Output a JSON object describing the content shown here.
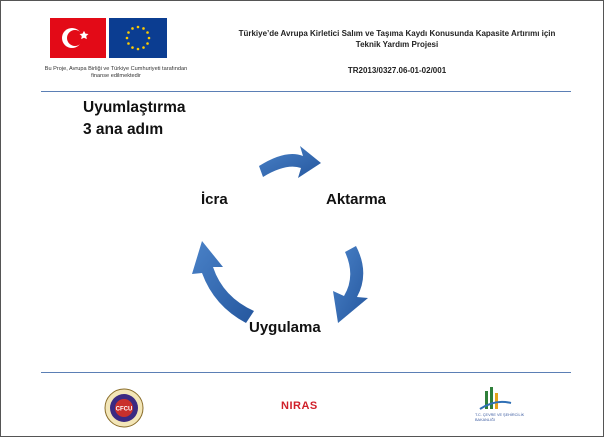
{
  "header": {
    "project_title": "Türkiye’de Avrupa Kirletici Salım ve Taşıma Kaydı Konusunda Kapasite Artırımı için Teknik Yardım Projesi",
    "project_code": "TR2013/0327.06-01-02/001",
    "funding_note": "Bu Proje, Avrupa Birliği ve Türkiye Cumhuriyeti tarafından finanse edilmektedir"
  },
  "main": {
    "title_line1": "Uyumlaştırma",
    "title_line2": "3 ana adım"
  },
  "cycle": {
    "steps": [
      "Aktarma",
      "Uygulama",
      "İcra"
    ],
    "arrow_color": "#2e64ae"
  },
  "footer": {
    "seal_text": "CFCU",
    "consultant_logo": "NIRAS",
    "ministry_text": "T.C. ÇEVRE VE ŞEHİRCİLİK BAKANLIĞI"
  },
  "colors": {
    "divider": "#5b7fb5",
    "tr_flag_red": "#e30a17",
    "eu_blue": "#0b3d91",
    "eu_stars": "#ffcc00",
    "niras_red": "#d0202a"
  }
}
